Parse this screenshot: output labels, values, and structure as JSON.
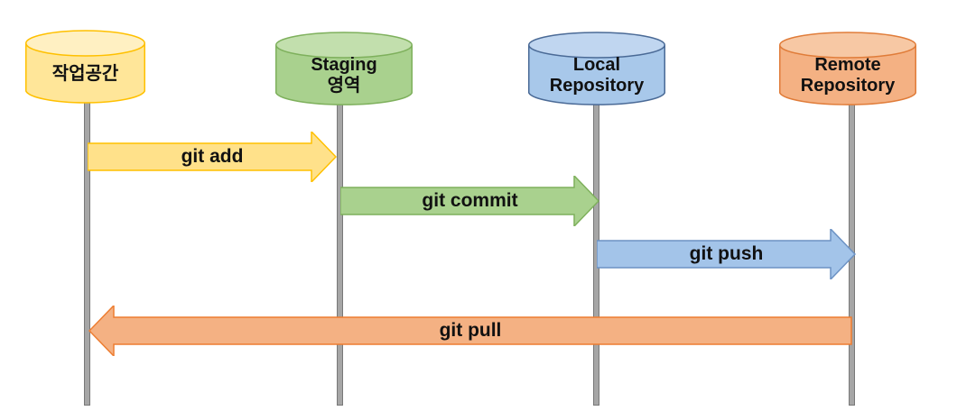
{
  "diagram": {
    "type": "sequence-flow",
    "background": "#FFFFFF",
    "text_color": "#111111",
    "lifeline": {
      "fill": "#A6A6A6",
      "stroke": "#787878"
    },
    "nodes": [
      {
        "id": "workspace",
        "label": "작업공간",
        "shape": "cylinder",
        "fill": "#FFE699",
        "fill_top": "#FFF0C2",
        "stroke": "#FFC000"
      },
      {
        "id": "staging-area",
        "label": "Staging\n영역",
        "shape": "cylinder",
        "fill": "#A9D18E",
        "fill_top": "#C2DFAD",
        "stroke": "#7EB05C"
      },
      {
        "id": "local-repository",
        "label": "Local\nRepository",
        "shape": "cylinder",
        "fill": "#A8C8EA",
        "fill_top": "#C0D6F0",
        "stroke": "#4A6A96"
      },
      {
        "id": "remote-repository",
        "label": "Remote\nRepository",
        "shape": "cylinder",
        "fill": "#F4B183",
        "fill_top": "#F7C8A4",
        "stroke": "#E07C39"
      }
    ],
    "arrows": [
      {
        "label": "git add",
        "from": "workspace",
        "to": "staging-area",
        "direction": "right",
        "fill": "#FFE18A",
        "stroke": "#FFC000"
      },
      {
        "label": "git commit",
        "from": "staging-area",
        "to": "local-repository",
        "direction": "right",
        "fill": "#A9D18E",
        "stroke": "#7EB05C"
      },
      {
        "label": "git push",
        "from": "local-repository",
        "to": "remote-repository",
        "direction": "right",
        "fill": "#A3C4E9",
        "stroke": "#6C92C4"
      },
      {
        "label": "git pull",
        "from": "remote-repository",
        "to": "workspace",
        "direction": "left",
        "fill": "#F4B183",
        "stroke": "#ED7D31"
      }
    ]
  }
}
